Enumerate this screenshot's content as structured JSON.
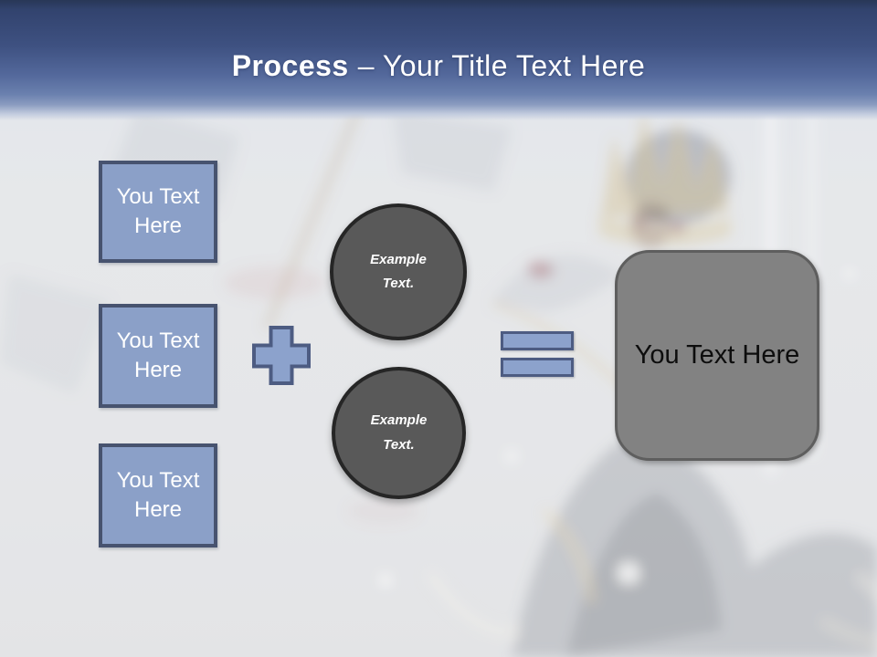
{
  "title": {
    "bold": "Process",
    "rest": "– Your Title Text Here"
  },
  "diagram": {
    "input_boxes": [
      {
        "label": "You Text\nHere"
      },
      {
        "label": "You Text\nHere"
      },
      {
        "label": "You Text\nHere"
      }
    ],
    "plus_operator": "+",
    "circles": [
      {
        "label": "Example\nText."
      },
      {
        "label": "Example\nText."
      }
    ],
    "equals_operator": "=",
    "result_box": {
      "label": "You Text Here"
    }
  },
  "colors": {
    "header_top": "#2c3c66",
    "header_bottom": "#6a80ae",
    "box_fill": "#8ba0c8",
    "box_border": "#47536f",
    "operator_fill": "#8ca2cc",
    "operator_border": "#4d5c82",
    "circle_fill": "#595959",
    "circle_border": "#262626",
    "result_fill": "#828282",
    "result_border": "#5e5e5e",
    "title_text": "#ffffff"
  }
}
